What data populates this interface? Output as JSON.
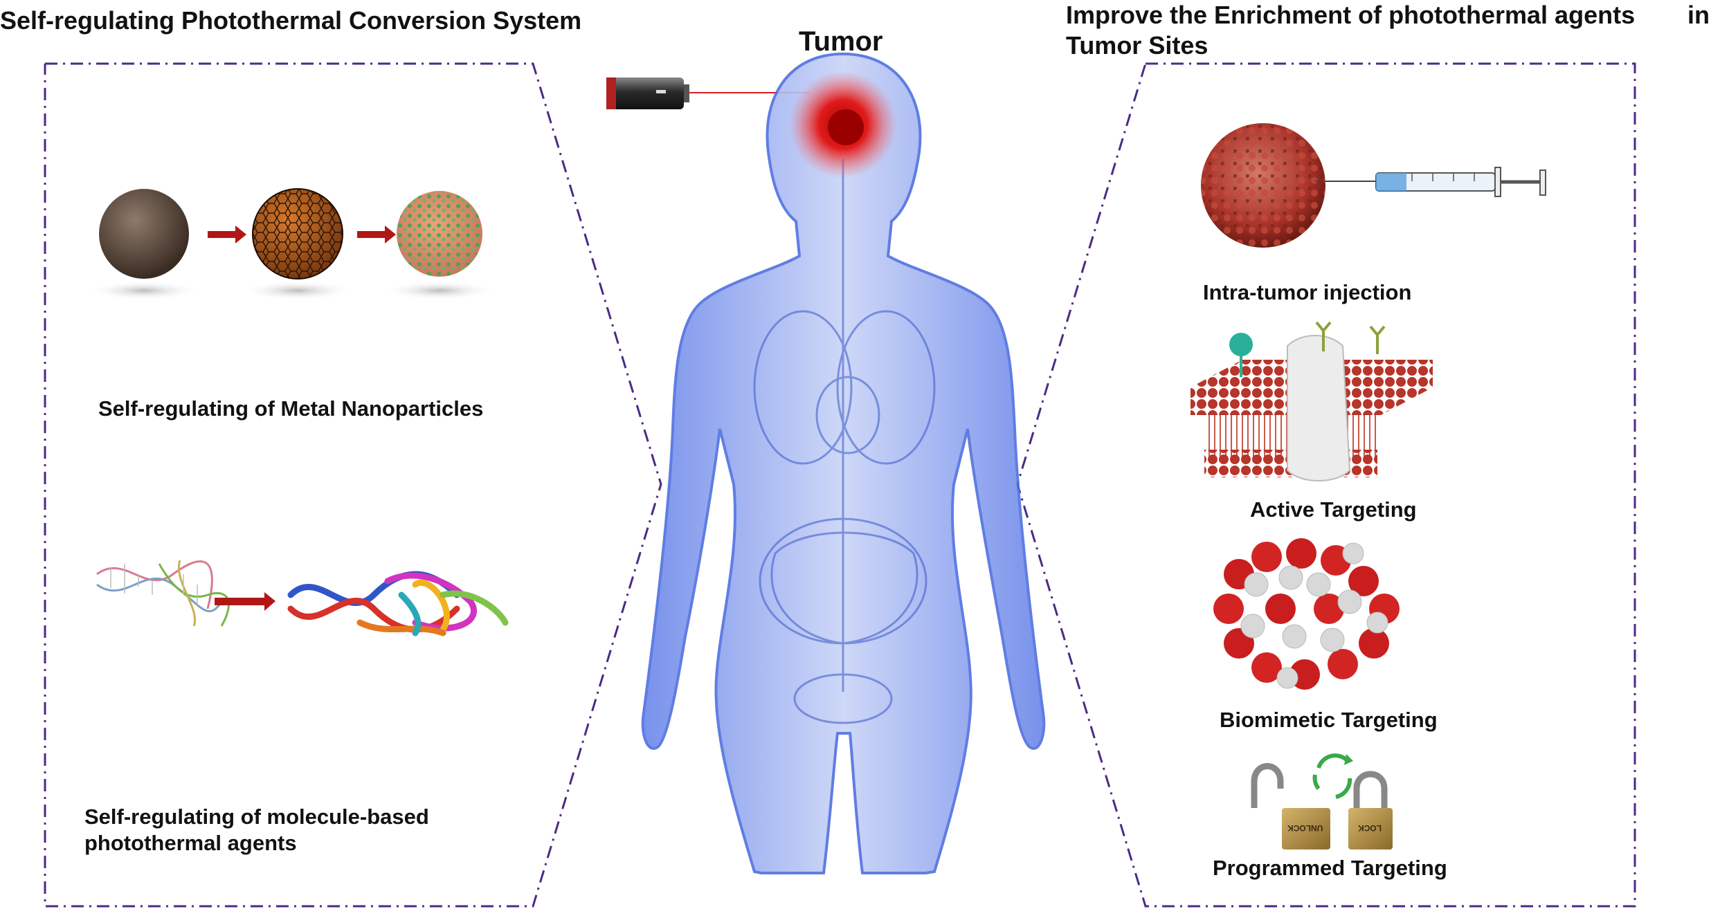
{
  "titles": {
    "left": "Self-regulating Photothermal Conversion System",
    "center": "Tumor",
    "right_line1": "Improve the Enrichment of photothermal agents",
    "right_in": "in",
    "right_line2": "Tumor Sites"
  },
  "left_panel": {
    "metal_label": "Self-regulating of Metal Nanoparticles",
    "molecule_label_line1": "Self-regulating of molecule-based",
    "molecule_label_line2": "photothermal agents"
  },
  "right_panel": {
    "injection_label": "Intra-tumor injection",
    "active_label": "Active Targeting",
    "biomimetic_label": "Biomimetic Targeting",
    "programmed_label": "Programmed Targeting",
    "unlock_text": "UNLOCK",
    "lock_text": "LOCK"
  },
  "colors": {
    "frame": "#4b2a86",
    "arrow": "#b21717",
    "body": "#4f6fe0",
    "tumor": "#e01b1b",
    "membrane": "#b7352a",
    "green": "#3aa94a"
  }
}
